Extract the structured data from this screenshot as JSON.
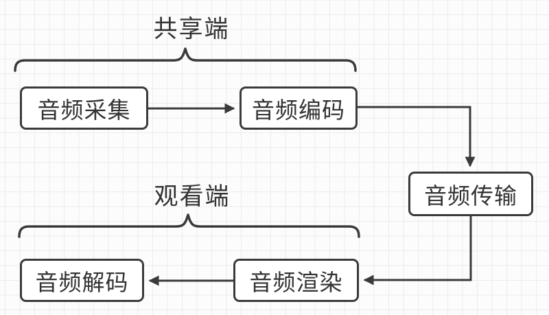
{
  "diagram": {
    "title": "",
    "groups": [
      {
        "id": "sharing-side",
        "label": "共享端"
      },
      {
        "id": "viewing-side",
        "label": "观看端"
      }
    ],
    "nodes": [
      {
        "id": "audio-capture",
        "label": "音频采集"
      },
      {
        "id": "audio-encode",
        "label": "音频编码"
      },
      {
        "id": "audio-transmit",
        "label": "音频传输"
      },
      {
        "id": "audio-render",
        "label": "音频渲染"
      },
      {
        "id": "audio-decode",
        "label": "音频解码"
      }
    ],
    "edges": [
      {
        "from": "audio-capture",
        "to": "audio-encode"
      },
      {
        "from": "audio-encode",
        "to": "audio-transmit"
      },
      {
        "from": "audio-transmit",
        "to": "audio-render"
      },
      {
        "from": "audio-render",
        "to": "audio-decode"
      }
    ],
    "colors": {
      "stroke": "#3a3a3a",
      "text": "#333333",
      "node_fill": "#ffffff",
      "background": "#fcfcfc",
      "grid_line": "#ececec"
    }
  }
}
